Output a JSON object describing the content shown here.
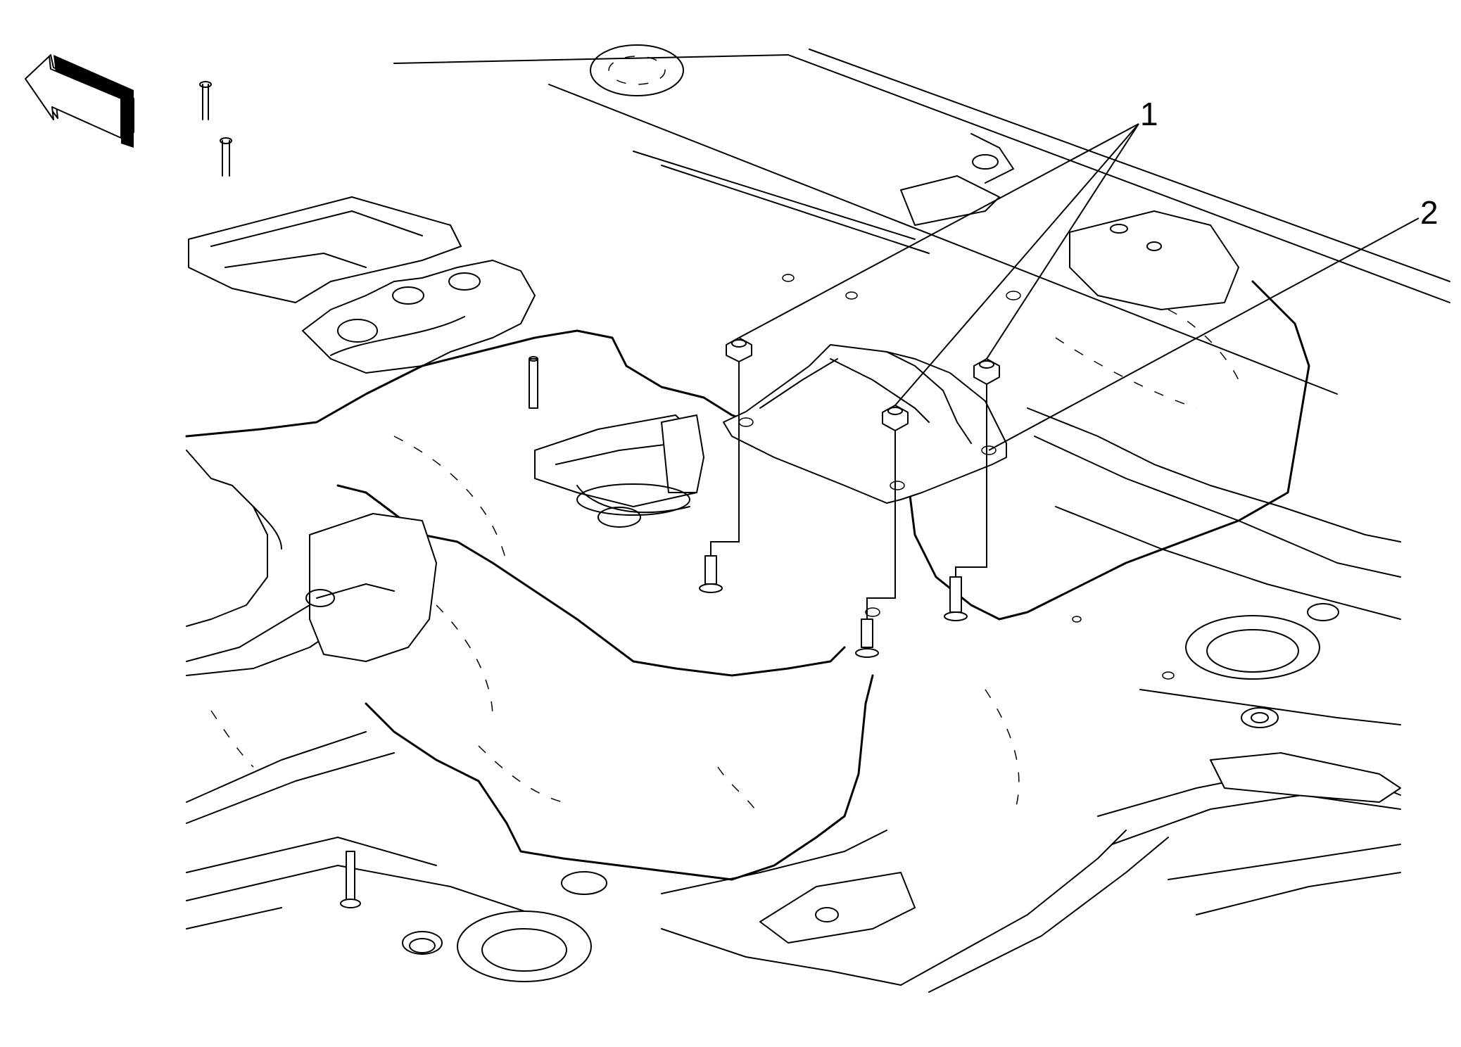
{
  "callouts": [
    {
      "label": "1",
      "meaning": "nuts"
    },
    {
      "label": "2",
      "meaning": "bracket"
    }
  ],
  "icons": {
    "direction_arrow": "front-direction-arrow-icon"
  }
}
